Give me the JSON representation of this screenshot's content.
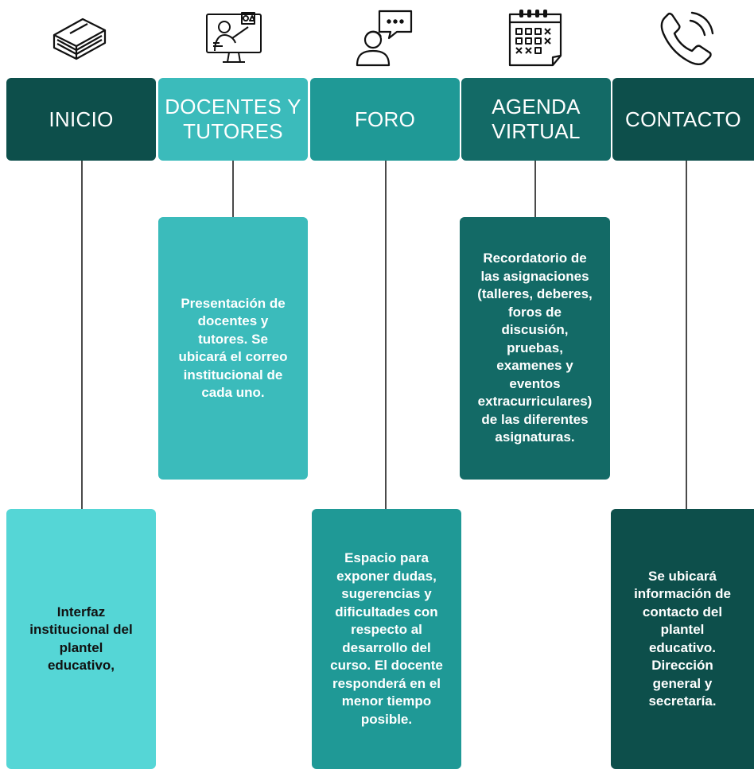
{
  "tabs": {
    "inicio": "INICIO",
    "docentes": "DOCENTES Y\nTUTORES",
    "foro": "FORO",
    "agenda": "AGENDA\nVIRTUAL",
    "contacto": "CONTACTO"
  },
  "icons": {
    "inicio": "book-icon",
    "docentes": "teacher-screen-icon",
    "foro": "person-chat-icon",
    "agenda": "calendar-icon",
    "contacto": "phone-icon"
  },
  "boxes": {
    "docentes": "Presentación de\ndocentes y\ntutores. Se\nubicará el correo\ninstitucional de\ncada uno.",
    "agenda": "Recordatorio de\nlas asignaciones\n(talleres, deberes,\nforos de\ndiscusión,\npruebas,\nexamenes y\neventos\nextracurriculares)\nde las diferentes\nasignaturas.",
    "inicio": "Interfaz\ninstitucional del\nplantel\neducativo,",
    "foro": "Espacio para\nexponer dudas,\nsugerencias y\ndificultades con\nrespecto al\ndesarrollo del\ncurso. El docente\nresponderá en el\nmenor tiempo\nposible.",
    "contacto": "Se ubicará\ninformación de\ncontacto del\nplantel\neducativo.\nDirección\ngeneral y\nsecretaría."
  },
  "colors": {
    "dark_teal": "#0d4f4b",
    "mid_dark_teal": "#136a66",
    "teal": "#1f9996",
    "light_teal": "#3bbbbb",
    "cyan": "#55d6d6",
    "line": "#4a4a4a"
  }
}
